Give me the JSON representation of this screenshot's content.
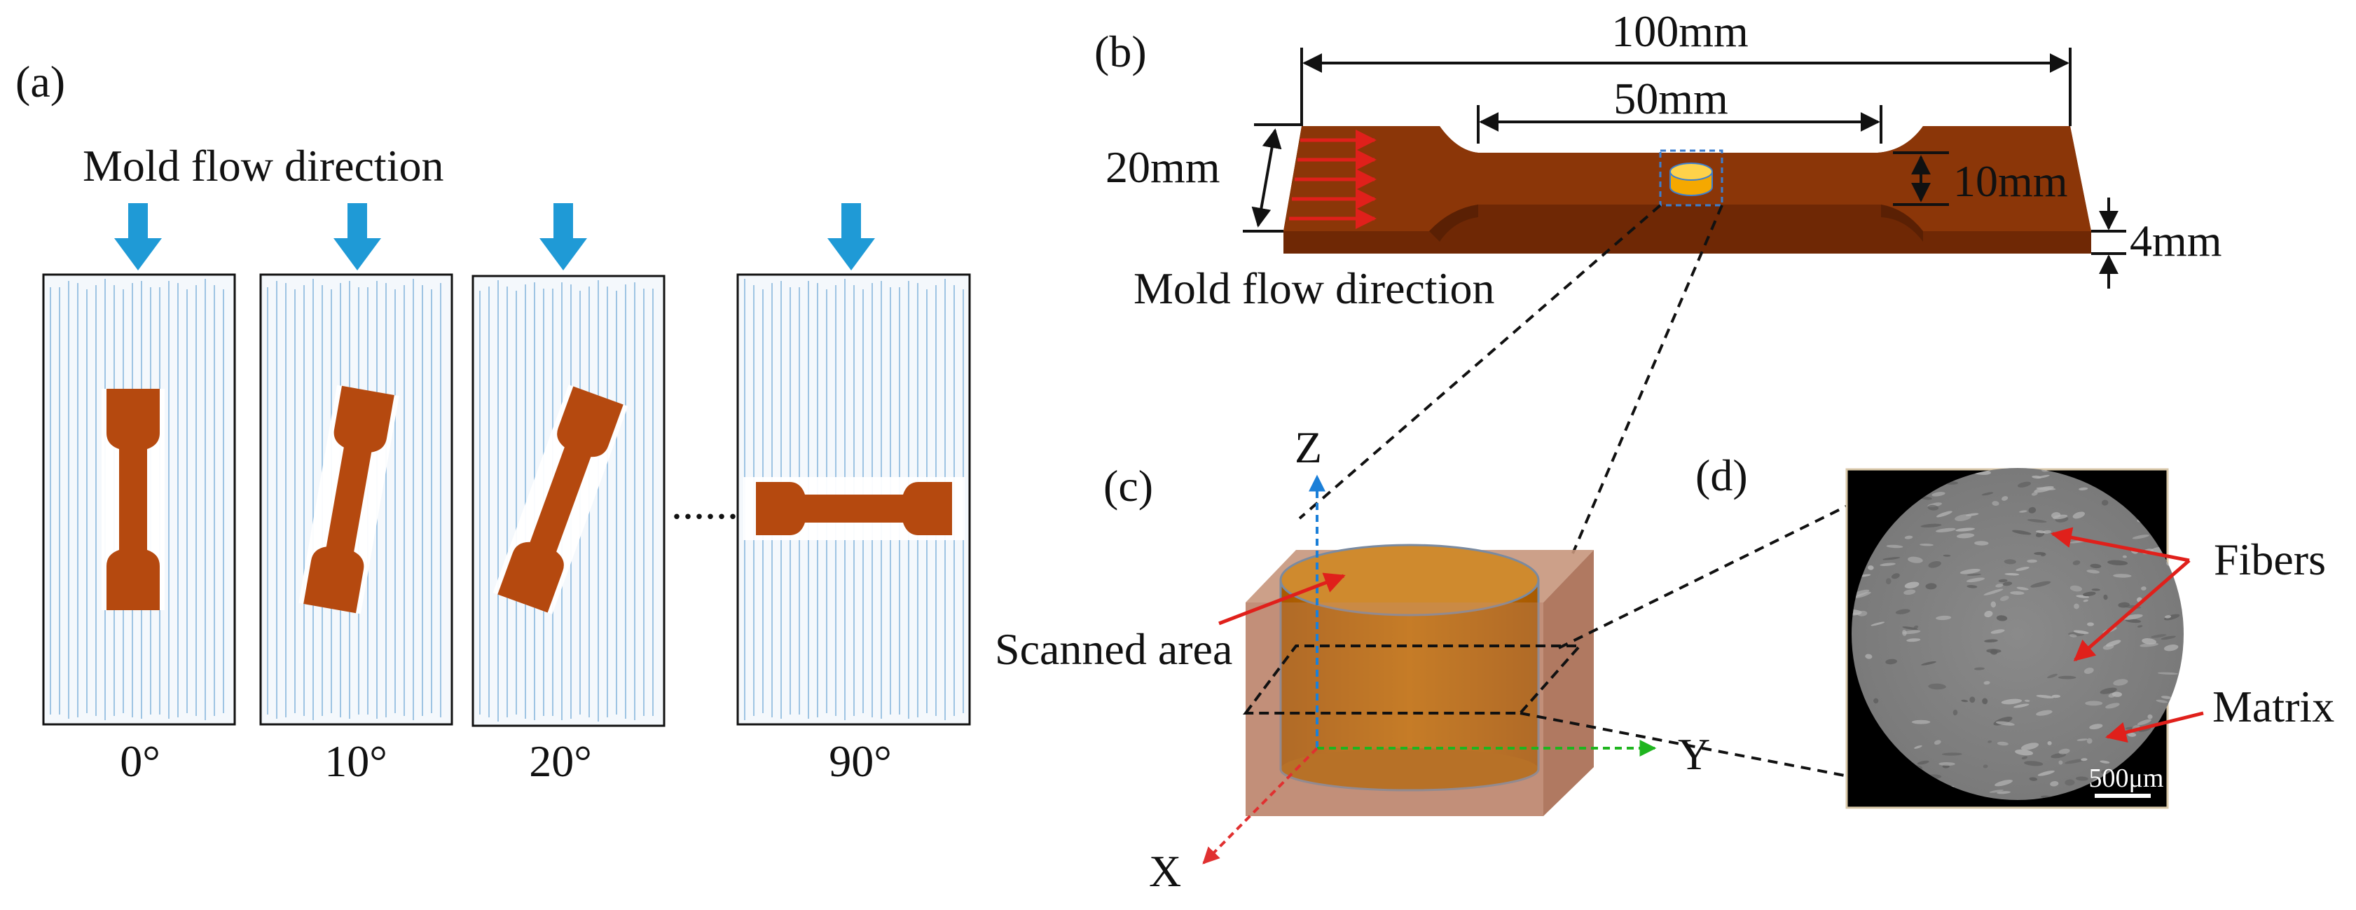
{
  "panel_a": {
    "label": "(a)",
    "flow_label": "Mold flow direction",
    "angles": [
      "0°",
      "10°",
      "20°",
      "90°"
    ],
    "ellipsis": "......"
  },
  "panel_b": {
    "label": "(b)",
    "dim_total": "100mm",
    "dim_gauge": "50mm",
    "dim_width_end": "20mm",
    "dim_width_gauge": "10mm",
    "dim_thickness": "4mm",
    "flow_label": "Mold flow direction"
  },
  "panel_c": {
    "label": "(c)",
    "axis_z": "Z",
    "axis_y": "Y",
    "axis_x": "X",
    "scanned_label": "Scanned area"
  },
  "panel_d": {
    "label": "(d)",
    "fibers_label": "Fibers",
    "matrix_label": "Matrix",
    "scale_label": "500μm"
  },
  "colors": {
    "specimen": "#b5490f",
    "specimen_bar": "#8b3608",
    "flow_arrow": "#1f9ad6",
    "flow_lines": "#9ec4e3",
    "red_arrow": "#e0201b",
    "box_fill": "#b07050",
    "cylinder_fill": "#c06a00",
    "axis_z_color": "#1b7fd8",
    "axis_y_color": "#1fb51f",
    "axis_x_color": "#e03030"
  }
}
